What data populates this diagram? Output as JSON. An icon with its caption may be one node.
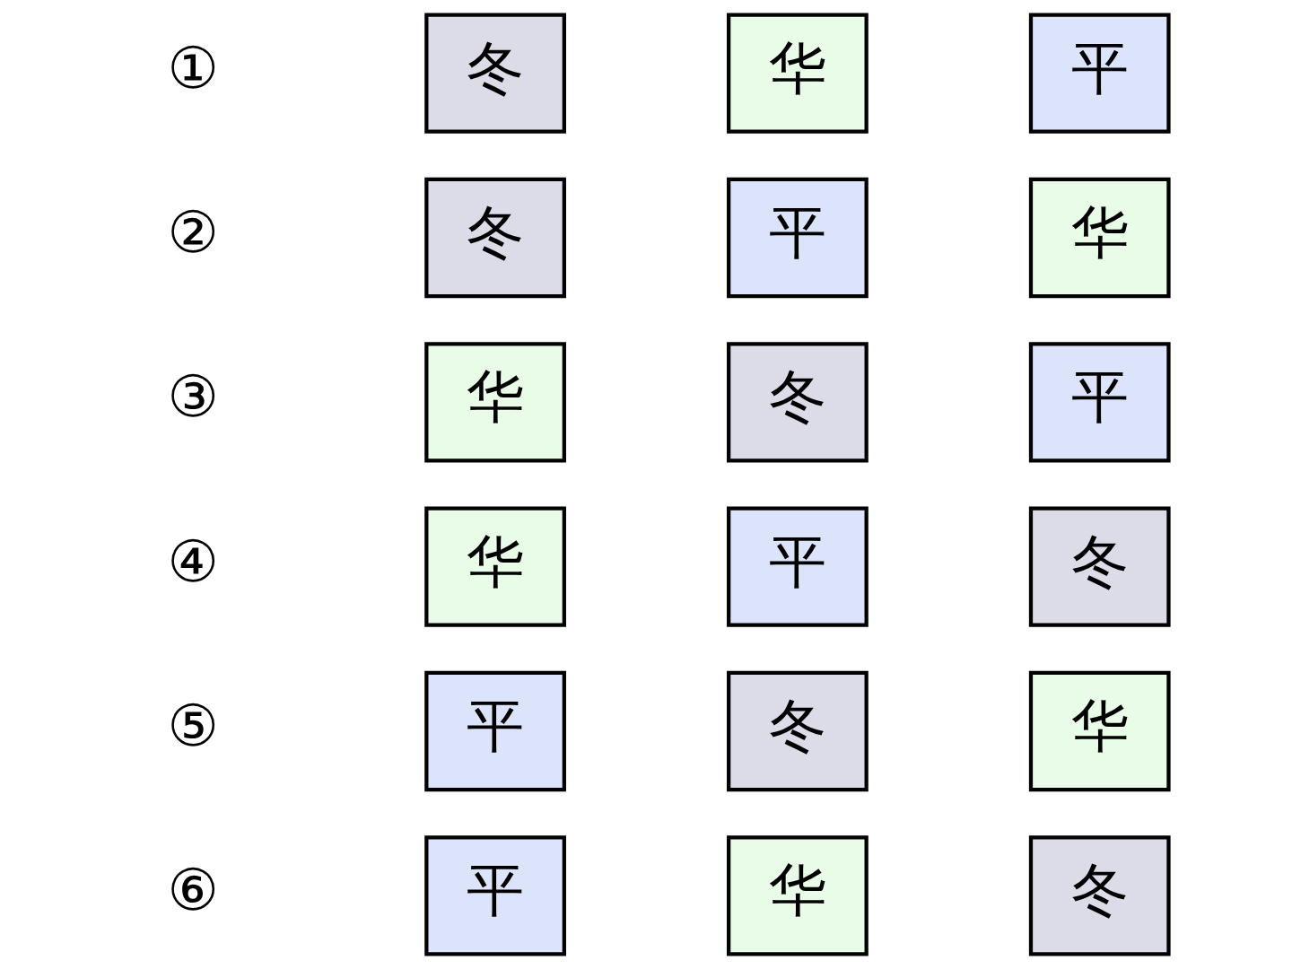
{
  "diagram": {
    "nodes": [
      {
        "text": [
          "冬"
        ]
      },
      {
        "text": [
          "华"
        ]
      },
      {
        "text": [
          "平"
        ]
      },
      {
        "text": [
          "冬"
        ]
      },
      {
        "text": [
          "平"
        ]
      },
      {
        "text": [
          "华"
        ]
      },
      {
        "text": [
          "华"
        ]
      },
      {
        "text": [
          "冬"
        ]
      },
      {
        "text": [
          "平"
        ]
      },
      {
        "text": [
          "华"
        ]
      },
      {
        "text": [
          "平"
        ]
      },
      {
        "text": [
          "冬"
        ]
      },
      {
        "text": [
          "平"
        ]
      },
      {
        "text": [
          "冬"
        ]
      },
      {
        "text": [
          "华"
        ]
      },
      {
        "text": [
          "平"
        ]
      },
      {
        "text": [
          "华"
        ]
      },
      {
        "text": [
          "冬"
        ]
      }
    ],
    "edges": [],
    "labels": [
      "①",
      "②",
      "③",
      "④",
      "⑤",
      "⑥"
    ]
  }
}
